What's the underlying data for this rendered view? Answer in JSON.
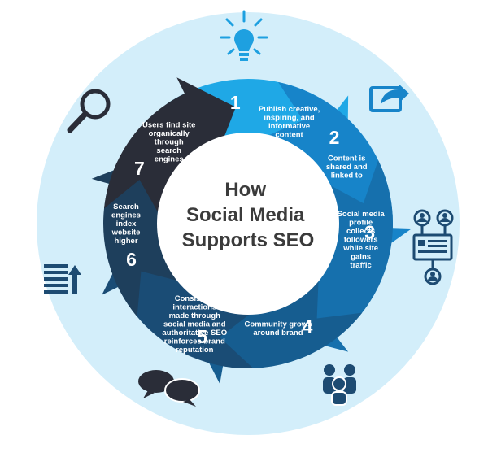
{
  "title_lines": [
    "How",
    "Social Media",
    "Supports SEO"
  ],
  "steps": [
    {
      "num": "1",
      "lines": [
        "Publish creative,",
        "inspiring, and",
        "informative",
        "content"
      ]
    },
    {
      "num": "2",
      "lines": [
        "Content is",
        "shared and",
        "linked to"
      ]
    },
    {
      "num": "3",
      "lines": [
        "Social media",
        "profile",
        "collects",
        "followers",
        "while site",
        "gains",
        "traffic"
      ]
    },
    {
      "num": "4",
      "lines": [
        "Community grows",
        "around brand"
      ]
    },
    {
      "num": "5",
      "lines": [
        "Consistent",
        "interactions",
        "made through",
        "social media and",
        "authoritative SEO",
        "reinforces brand",
        "reputation"
      ]
    },
    {
      "num": "6",
      "lines": [
        "Search",
        "engines",
        "index",
        "website",
        "higher"
      ]
    },
    {
      "num": "7",
      "lines": [
        "Users find site",
        "organically",
        "through",
        "search",
        "engines"
      ]
    }
  ],
  "icons": [
    "lightbulb-icon",
    "share-icon",
    "network-icon",
    "community-icon",
    "speech-bubbles-icon",
    "ranking-list-icon",
    "magnifier-icon"
  ],
  "colors": {
    "background_circle": "#d3eefa",
    "step1": "#1fa8e6",
    "step2": "#1784c9",
    "step3": "#1670ad",
    "step4": "#165d90",
    "step5": "#1a4c75",
    "step6": "#1e3f5c",
    "step7": "#2a2d38",
    "icon_light": "#1ea0e0",
    "icon_dark": "#1d4b72",
    "title": "#3b3b3b"
  }
}
